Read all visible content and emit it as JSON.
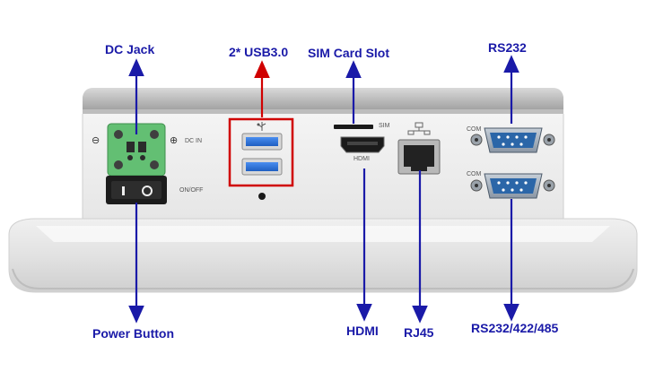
{
  "callouts": {
    "dc_jack": "DC Jack",
    "usb": "2* USB3.0",
    "sim": "SIM Card Slot",
    "rs232": "RS232",
    "power_button": "Power Button",
    "hdmi": "HDMI",
    "rj45": "RJ45",
    "rs232_422_485": "RS232/422/485"
  },
  "panel_labels": {
    "dc_in": "DC IN",
    "on_off": "ON/OFF",
    "sim": "SIM",
    "hdmi": "HDMI",
    "com_top": "COM",
    "com_bottom": "COM",
    "minus": "⊖",
    "plus": "⊕"
  },
  "colors": {
    "arrow_blue": "#1a1aa8",
    "arrow_red": "#d00000",
    "highlight_box": "#d00000",
    "terminal_green": "#5fbf6f",
    "usb_blue": "#2a6fd6"
  },
  "icons": {
    "usb": "usb-trident-icon",
    "ethernet": "network-icon"
  }
}
